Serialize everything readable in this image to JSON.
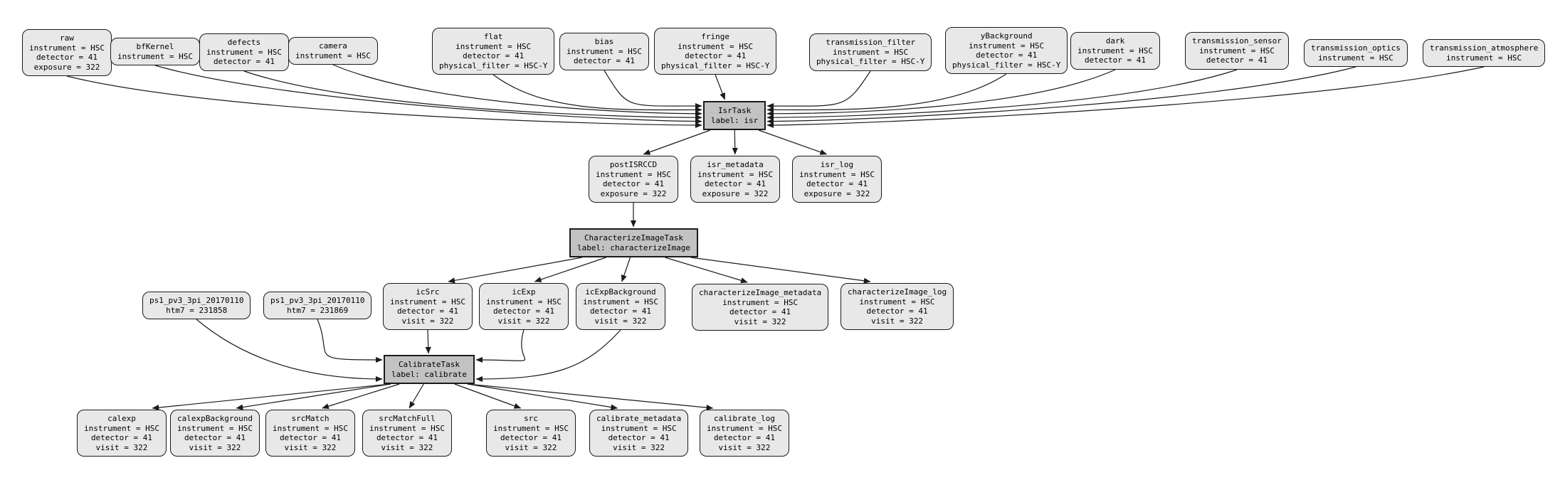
{
  "diagram": {
    "type": "pipeline-quantum-graph",
    "colors": {
      "background": "#ffffff",
      "dataset_fill": "#e8e8e8",
      "dataset_border": "#1a1a1a",
      "task_fill": "#c2c2c2",
      "task_border": "#1a1a1a",
      "edge": "#1a1a1a",
      "text": "#000000"
    },
    "nodes": [
      {
        "id": "raw",
        "kind": "dataset",
        "lines": [
          "raw",
          "instrument = HSC",
          "detector = 41",
          "exposure = 322"
        ]
      },
      {
        "id": "bfKernel",
        "kind": "dataset",
        "lines": [
          "bfKernel",
          "instrument = HSC"
        ]
      },
      {
        "id": "defects",
        "kind": "dataset",
        "lines": [
          "defects",
          "instrument = HSC",
          "detector = 41"
        ]
      },
      {
        "id": "camera",
        "kind": "dataset",
        "lines": [
          "camera",
          "instrument = HSC"
        ]
      },
      {
        "id": "flat",
        "kind": "dataset",
        "lines": [
          "flat",
          "instrument = HSC",
          "detector = 41",
          "physical_filter = HSC-Y"
        ]
      },
      {
        "id": "bias",
        "kind": "dataset",
        "lines": [
          "bias",
          "instrument = HSC",
          "detector = 41"
        ]
      },
      {
        "id": "fringe",
        "kind": "dataset",
        "lines": [
          "fringe",
          "instrument = HSC",
          "detector = 41",
          "physical_filter = HSC-Y"
        ]
      },
      {
        "id": "transmission_filter",
        "kind": "dataset",
        "lines": [
          "transmission_filter",
          "instrument = HSC",
          "physical_filter = HSC-Y"
        ]
      },
      {
        "id": "yBackground",
        "kind": "dataset",
        "lines": [
          "yBackground",
          "instrument = HSC",
          "detector = 41",
          "physical_filter = HSC-Y"
        ]
      },
      {
        "id": "dark",
        "kind": "dataset",
        "lines": [
          "dark",
          "instrument = HSC",
          "detector = 41"
        ]
      },
      {
        "id": "transmission_sensor",
        "kind": "dataset",
        "lines": [
          "transmission_sensor",
          "instrument = HSC",
          "detector = 41"
        ]
      },
      {
        "id": "transmission_optics",
        "kind": "dataset",
        "lines": [
          "transmission_optics",
          "instrument = HSC"
        ]
      },
      {
        "id": "transmission_atmosphere",
        "kind": "dataset",
        "lines": [
          "transmission_atmosphere",
          "instrument = HSC"
        ]
      },
      {
        "id": "isr",
        "kind": "task",
        "lines": [
          "IsrTask",
          "label: isr"
        ]
      },
      {
        "id": "postISRCCD",
        "kind": "dataset",
        "lines": [
          "postISRCCD",
          "instrument = HSC",
          "detector = 41",
          "exposure = 322"
        ]
      },
      {
        "id": "isr_metadata",
        "kind": "dataset",
        "lines": [
          "isr_metadata",
          "instrument = HSC",
          "detector = 41",
          "exposure = 322"
        ]
      },
      {
        "id": "isr_log",
        "kind": "dataset",
        "lines": [
          "isr_log",
          "instrument = HSC",
          "detector = 41",
          "exposure = 322"
        ]
      },
      {
        "id": "characterizeImage",
        "kind": "task",
        "lines": [
          "CharacterizeImageTask",
          "label: characterizeImage"
        ]
      },
      {
        "id": "ps1_a",
        "kind": "dataset",
        "lines": [
          "ps1_pv3_3pi_20170110",
          "htm7 = 231858"
        ]
      },
      {
        "id": "ps1_b",
        "kind": "dataset",
        "lines": [
          "ps1_pv3_3pi_20170110",
          "htm7 = 231869"
        ]
      },
      {
        "id": "icSrc",
        "kind": "dataset",
        "lines": [
          "icSrc",
          "instrument = HSC",
          "detector = 41",
          "visit = 322"
        ]
      },
      {
        "id": "icExp",
        "kind": "dataset",
        "lines": [
          "icExp",
          "instrument = HSC",
          "detector = 41",
          "visit = 322"
        ]
      },
      {
        "id": "icExpBackground",
        "kind": "dataset",
        "lines": [
          "icExpBackground",
          "instrument = HSC",
          "detector = 41",
          "visit = 322"
        ]
      },
      {
        "id": "characterizeImage_metadata",
        "kind": "dataset",
        "lines": [
          "characterizeImage_metadata",
          "instrument = HSC",
          "detector = 41",
          "visit = 322"
        ]
      },
      {
        "id": "characterizeImage_log",
        "kind": "dataset",
        "lines": [
          "characterizeImage_log",
          "instrument = HSC",
          "detector = 41",
          "visit = 322"
        ]
      },
      {
        "id": "calibrate",
        "kind": "task",
        "lines": [
          "CalibrateTask",
          "label: calibrate"
        ]
      },
      {
        "id": "calexp",
        "kind": "dataset",
        "lines": [
          "calexp",
          "instrument = HSC",
          "detector = 41",
          "visit = 322"
        ]
      },
      {
        "id": "calexpBackground",
        "kind": "dataset",
        "lines": [
          "calexpBackground",
          "instrument = HSC",
          "detector = 41",
          "visit = 322"
        ]
      },
      {
        "id": "srcMatch",
        "kind": "dataset",
        "lines": [
          "srcMatch",
          "instrument = HSC",
          "detector = 41",
          "visit = 322"
        ]
      },
      {
        "id": "srcMatchFull",
        "kind": "dataset",
        "lines": [
          "srcMatchFull",
          "instrument = HSC",
          "detector = 41",
          "visit = 322"
        ]
      },
      {
        "id": "src",
        "kind": "dataset",
        "lines": [
          "src",
          "instrument = HSC",
          "detector = 41",
          "visit = 322"
        ]
      },
      {
        "id": "calibrate_metadata",
        "kind": "dataset",
        "lines": [
          "calibrate_metadata",
          "instrument = HSC",
          "detector = 41",
          "visit = 322"
        ]
      },
      {
        "id": "calibrate_log",
        "kind": "dataset",
        "lines": [
          "calibrate_log",
          "instrument = HSC",
          "detector = 41",
          "visit = 322"
        ]
      }
    ],
    "edges": [
      {
        "from": "raw",
        "to": "isr"
      },
      {
        "from": "bfKernel",
        "to": "isr"
      },
      {
        "from": "defects",
        "to": "isr"
      },
      {
        "from": "camera",
        "to": "isr"
      },
      {
        "from": "flat",
        "to": "isr"
      },
      {
        "from": "bias",
        "to": "isr"
      },
      {
        "from": "fringe",
        "to": "isr"
      },
      {
        "from": "transmission_filter",
        "to": "isr"
      },
      {
        "from": "yBackground",
        "to": "isr"
      },
      {
        "from": "dark",
        "to": "isr"
      },
      {
        "from": "transmission_sensor",
        "to": "isr"
      },
      {
        "from": "transmission_optics",
        "to": "isr"
      },
      {
        "from": "transmission_atmosphere",
        "to": "isr"
      },
      {
        "from": "isr",
        "to": "postISRCCD"
      },
      {
        "from": "isr",
        "to": "isr_metadata"
      },
      {
        "from": "isr",
        "to": "isr_log"
      },
      {
        "from": "postISRCCD",
        "to": "characterizeImage"
      },
      {
        "from": "characterizeImage",
        "to": "icSrc"
      },
      {
        "from": "characterizeImage",
        "to": "icExp"
      },
      {
        "from": "characterizeImage",
        "to": "icExpBackground"
      },
      {
        "from": "characterizeImage",
        "to": "characterizeImage_metadata"
      },
      {
        "from": "characterizeImage",
        "to": "characterizeImage_log"
      },
      {
        "from": "ps1_a",
        "to": "calibrate"
      },
      {
        "from": "ps1_b",
        "to": "calibrate"
      },
      {
        "from": "icSrc",
        "to": "calibrate"
      },
      {
        "from": "icExp",
        "to": "calibrate"
      },
      {
        "from": "icExpBackground",
        "to": "calibrate"
      },
      {
        "from": "calibrate",
        "to": "calexp"
      },
      {
        "from": "calibrate",
        "to": "calexpBackground"
      },
      {
        "from": "calibrate",
        "to": "srcMatch"
      },
      {
        "from": "calibrate",
        "to": "srcMatchFull"
      },
      {
        "from": "calibrate",
        "to": "src"
      },
      {
        "from": "calibrate",
        "to": "calibrate_metadata"
      },
      {
        "from": "calibrate",
        "to": "calibrate_log"
      }
    ]
  }
}
